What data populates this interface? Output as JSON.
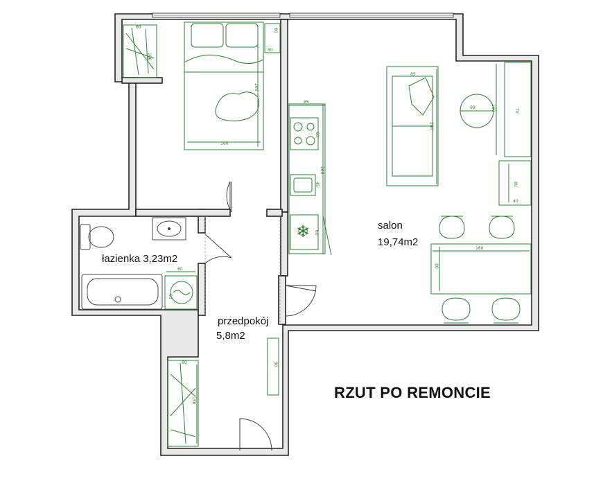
{
  "title": "RZUT PO REMONCIE",
  "rooms": {
    "bathroom": {
      "name": "łazienka 3,23m2"
    },
    "hallway": {
      "name": "przedpokój",
      "area": "5,8m2"
    },
    "living": {
      "name": "salon",
      "area": "19,74m2"
    }
  },
  "dims": {
    "wardrobe_top_w": "60",
    "wardrobe_top_h": "100",
    "bed_w": "160",
    "bed_l": "200",
    "nightstand_w": "50",
    "nightstand_h": "60",
    "kitchen_depth": "65",
    "stove": "60",
    "kitchen_len": "200",
    "sink": "45",
    "fridge": "60",
    "sofa_w": "85",
    "sofa_l": "200",
    "round_table": "60",
    "tv_unit": "160",
    "tv": "TV",
    "cabinet_h": "80",
    "cabinet_w": "40",
    "dining_table_w": "160",
    "dining_table_d": "80",
    "washer_w": "60",
    "washer_d": "60",
    "hall_cabinet": "90",
    "wardrobe_bottom_w": "60",
    "wardrobe_bottom_h": "150"
  },
  "colors": {
    "furniture": "#2e7d32",
    "walls": "#e9e9e9",
    "outline": "#222222"
  }
}
